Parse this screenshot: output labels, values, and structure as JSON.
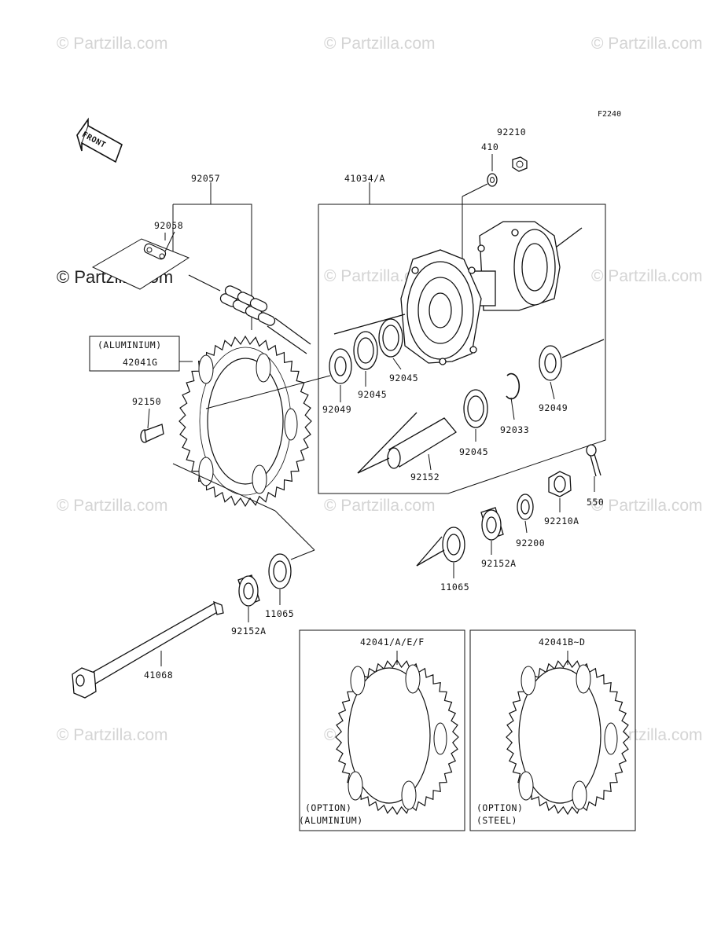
{
  "watermark": "© Partzilla.com",
  "figure_ref": "F2240",
  "front_label": "FRONT",
  "labels": {
    "p92057": "92057",
    "p92058": "92058",
    "p41034A": "41034/A",
    "p410": "410",
    "p92210": "92210",
    "aluminium_tag": "(ALUMINIUM)",
    "p42041G": "42041G",
    "p92150": "92150",
    "p92049_left": "92049",
    "p92045_a": "92045",
    "p92045_b": "92045",
    "p92045_c": "92045",
    "p92049_right": "92049",
    "p92033": "92033",
    "p92152": "92152",
    "p550": "550",
    "p92210A": "92210A",
    "p92200": "92200",
    "p92152A_right": "92152A",
    "p11065_right": "11065",
    "p11065_left": "11065",
    "p92152A_left": "92152A",
    "p41068": "41068",
    "p42041AEF": "42041/A/E/F",
    "p42041BD": "42041B~D",
    "opt_alu_line1": "(OPTION)",
    "opt_alu_line2": "(ALUMINIUM)",
    "opt_steel_line1": "(OPTION)",
    "opt_steel_line2": "(STEEL)"
  }
}
